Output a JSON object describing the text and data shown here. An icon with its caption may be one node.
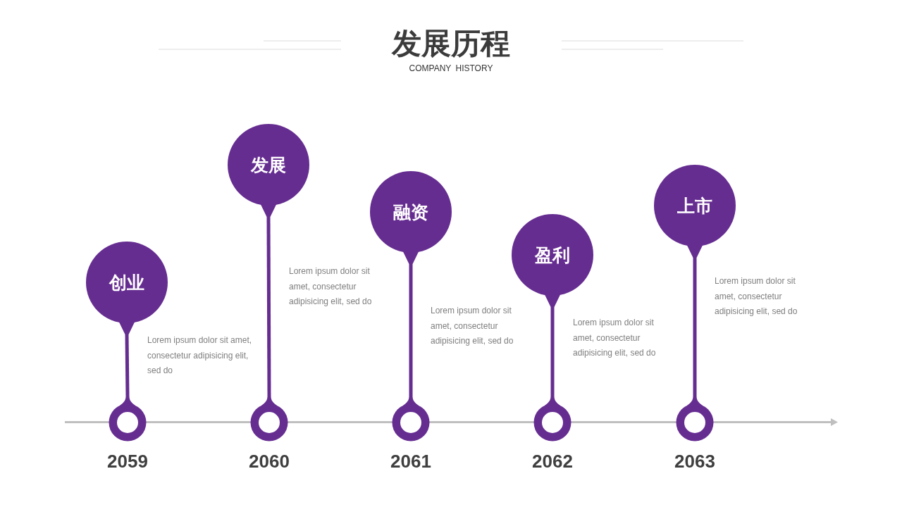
{
  "diagram": {
    "title": "发展历程",
    "nodes": [
      {
        "text": [
          "创业"
        ]
      },
      {
        "text": [
          "发展"
        ]
      },
      {
        "text": [
          "融资"
        ]
      },
      {
        "text": [
          "盈利"
        ]
      },
      {
        "text": [
          "上市"
        ]
      },
      {
        "text": [],
        "shape": "circle",
        "beside": [
          "2059"
        ]
      },
      {
        "text": [],
        "shape": "circle",
        "beside": [
          "2060"
        ]
      },
      {
        "text": [],
        "shape": "circle",
        "beside": [
          "2061"
        ]
      },
      {
        "text": [],
        "shape": "circle",
        "beside": [
          "2062"
        ]
      },
      {
        "text": [],
        "shape": "circle",
        "beside": [
          "2063"
        ]
      }
    ],
    "edges": [
      {
        "from": 0,
        "to": 5,
        "arrow": "none"
      },
      {
        "from": 1,
        "to": 6,
        "arrow": "none"
      },
      {
        "from": 2,
        "to": 7,
        "arrow": "none"
      },
      {
        "from": 3,
        "to": 8,
        "arrow": "none"
      },
      {
        "from": 4,
        "to": 9,
        "arrow": "none"
      }
    ],
    "labels": [
      "COMPANY HISTORY",
      "Lorem ipsum dolor sit amet, consectetur adipisicing elit, sed do",
      "Lorem ipsum dolor sit amet, consectetur adipisicing elit, sed do",
      "Lorem ipsum dolor sit amet, consectetur adipisicing elit, sed do",
      "Lorem ipsum dolor sit amet, consectetur adipisicing elit, sed do",
      "Lorem ipsum dolor sit amet, consectetur adipisicing elit, sed do"
    ]
  }
}
